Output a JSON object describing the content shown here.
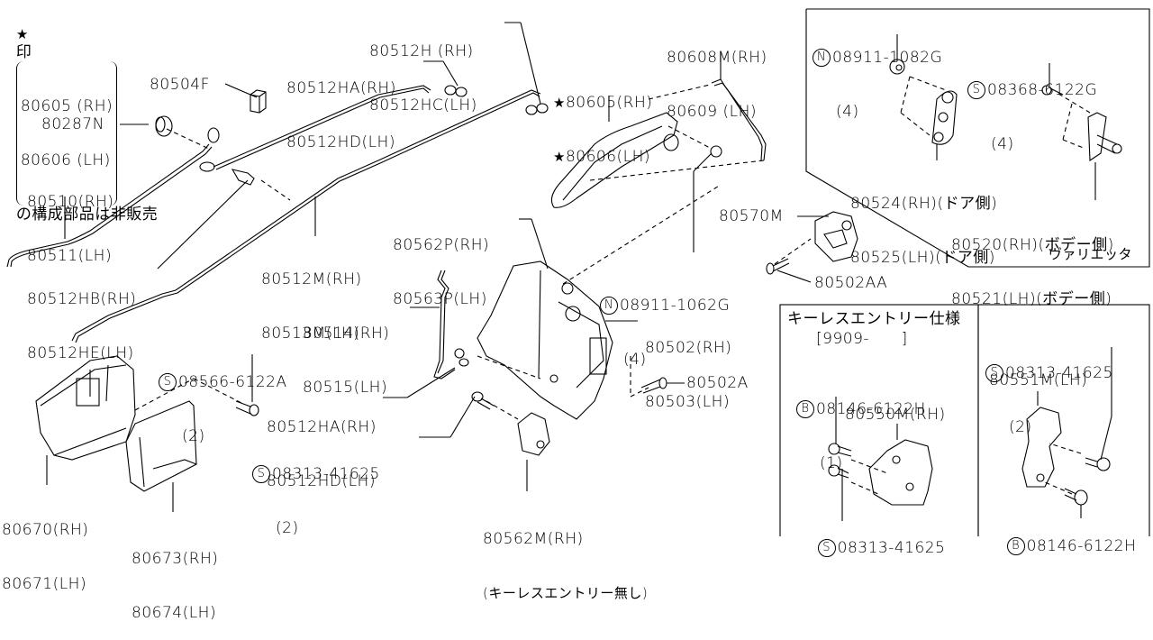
{
  "note": {
    "star": "★",
    "prefix": "印",
    "line1": "80605 (RH)",
    "line2": "80606 (LH)",
    "suffix": "の構成部品は非販売"
  },
  "labels": {
    "p80504F": "80504F",
    "p80287N": "80287N",
    "p80510": [
      "80510(RH)",
      "80511(LH)"
    ],
    "p80512HB": [
      "80512HB(RH)",
      "80512HE(LH)"
    ],
    "p80512HA_top": [
      "80512HA(RH)",
      "80512HD(LH)"
    ],
    "p80512H": [
      "80512H (RH)",
      "80512HC(LH)"
    ],
    "p80512M": [
      "80512M(RH)",
      "80513M(LH)"
    ],
    "p80605": [
      "80605(RH)",
      "80606(LH)"
    ],
    "p80608M": [
      "80608M(RH)",
      "80609 (LH)"
    ],
    "p80562P": [
      "80562P(RH)",
      "80563P(LH)"
    ],
    "p08911_1062G": {
      "symbol": "N",
      "part": "08911-1062G",
      "qty": "(4)"
    },
    "p80570M": "80570M",
    "p80502AA": "80502AA",
    "p80514": [
      "80514(RH)",
      "80515(LH)"
    ],
    "p80502": [
      "80502(RH)",
      "80503(LH)"
    ],
    "p80502A": "80502A",
    "p08566": {
      "symbol": "S",
      "part": "08566-6122A",
      "qty": "(2)"
    },
    "p80512HA_bot": [
      "80512HA(RH)",
      "80512HD(LH)"
    ],
    "p08313_mid": {
      "symbol": "S",
      "part": "08313-41625",
      "qty": "(2)"
    },
    "p80670": [
      "80670(RH)",
      "80671(LH)"
    ],
    "p80673": [
      "80673(RH)",
      "80674(LH)"
    ],
    "p80562M": [
      "80562M(RH)",
      "(キーレスエントリー無し)"
    ]
  },
  "inset_variety": {
    "caption": "ヴァリエッタ",
    "p08911_1082G": {
      "symbol": "N",
      "part": "08911-1082G",
      "qty": "(4)"
    },
    "p08368": {
      "symbol": "S",
      "part": "08368-6122G",
      "qty": "(4)"
    },
    "p80524": [
      "80524(RH)(ドア側)",
      "80525(LH)(ドア側)"
    ],
    "p80520": [
      "80520(RH)(ボデー側)",
      "80521(LH)(ボデー側)"
    ]
  },
  "inset_keyless": {
    "title": "キーレスエントリー仕様",
    "period": "[9909-      ]",
    "left": {
      "p08146": {
        "symbol": "B",
        "part": "08146-6122H",
        "qty": "(1)"
      },
      "p80550M": "80550M(RH)",
      "p08313": {
        "symbol": "S",
        "part": "08313-41625"
      }
    },
    "right": {
      "p08313": {
        "symbol": "S",
        "part": "08313-41625",
        "qty": "(2)"
      },
      "p80551M": "80551M(LH)",
      "p08146": {
        "symbol": "B",
        "part": "08146-6122H"
      }
    }
  }
}
